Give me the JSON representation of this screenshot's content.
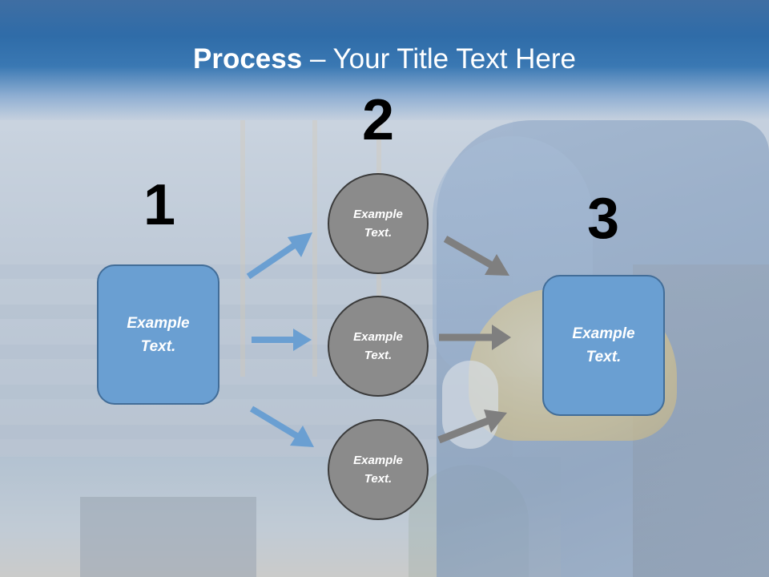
{
  "title": {
    "bold": "Process",
    "rest": " – Your Title Text Here"
  },
  "steps": [
    {
      "number": "1",
      "label_line1": "Example",
      "label_line2": "Text."
    },
    {
      "number": "2",
      "items": [
        {
          "label_line1": "Example",
          "label_line2": "Text."
        },
        {
          "label_line1": "Example",
          "label_line2": "Text."
        },
        {
          "label_line1": "Example",
          "label_line2": "Text."
        }
      ]
    },
    {
      "number": "3",
      "label_line1": "Example",
      "label_line2": "Text."
    }
  ],
  "colors": {
    "title_bar": "#2f6ca8",
    "box_fill": "#6a9fd2",
    "circle_fill": "#8b8b8b",
    "blue_arrow": "#6a9fd2",
    "gray_arrow": "#7f7f7f"
  }
}
